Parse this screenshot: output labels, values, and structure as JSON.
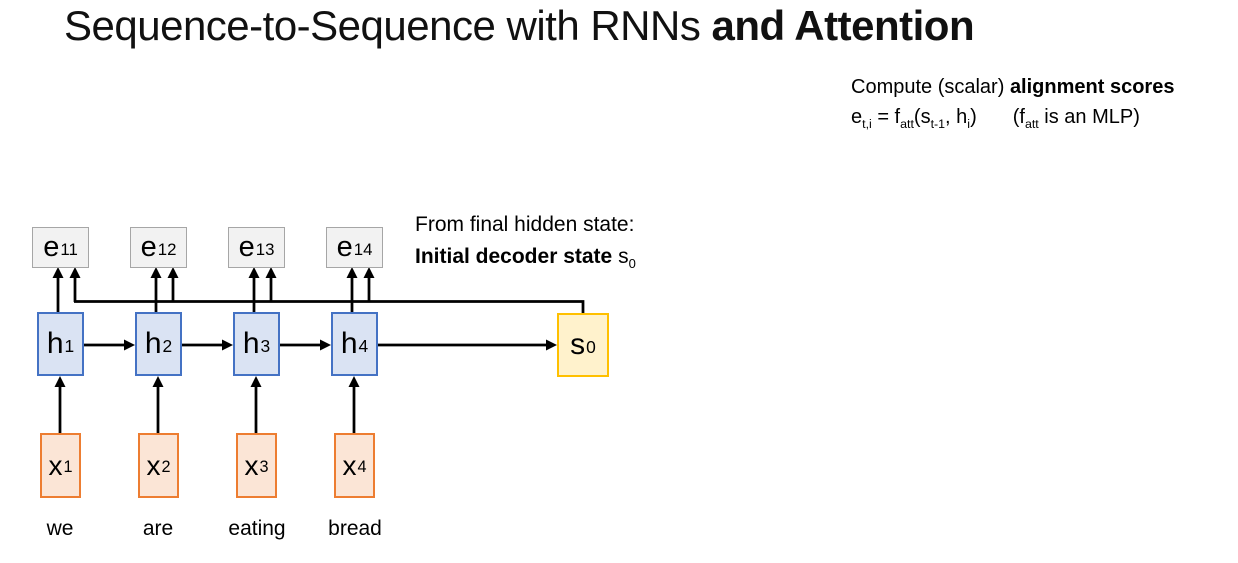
{
  "title": {
    "regular": "Sequence-to-Sequence with RNNs ",
    "bold": "and Attention"
  },
  "alignment_note": {
    "lead": "Compute (scalar) ",
    "lead_bold": "alignment scores",
    "formula": {
      "v1": "e",
      "s1": "t,i",
      "v2": " = f",
      "s2": "att",
      "v3": "(s",
      "s3": "t-1",
      "v4": ", h",
      "s4": "i",
      "v5": ")"
    },
    "aside": {
      "a1": "(f",
      "as1": "att",
      "a2": " is an MLP)"
    }
  },
  "decoder_note": {
    "line1": "From final hidden state:",
    "line2_bold": "Initial decoder state ",
    "line2_var": "s",
    "line2_var_sub": "0"
  },
  "diagram": {
    "colors": {
      "score_fill": "#f2f2f2",
      "score_border": "#a6a6a6",
      "hidden_fill": "#dae3f3",
      "hidden_border": "#4472c4",
      "input_fill": "#fbe5d6",
      "input_border": "#ed7d31",
      "decoder_fill": "#fff2cc",
      "decoder_border": "#ffc000",
      "arrow": "#000000"
    },
    "score_nodes": [
      {
        "base": "e",
        "sub": "11"
      },
      {
        "base": "e",
        "sub": "12"
      },
      {
        "base": "e",
        "sub": "13"
      },
      {
        "base": "e",
        "sub": "14"
      }
    ],
    "hidden_nodes": [
      {
        "base": "h",
        "sub": "1"
      },
      {
        "base": "h",
        "sub": "2"
      },
      {
        "base": "h",
        "sub": "3"
      },
      {
        "base": "h",
        "sub": "4"
      }
    ],
    "input_nodes": [
      {
        "base": "x",
        "sub": "1"
      },
      {
        "base": "x",
        "sub": "2"
      },
      {
        "base": "x",
        "sub": "3"
      },
      {
        "base": "x",
        "sub": "4"
      }
    ],
    "decoder_node": {
      "base": "s",
      "sub": "0"
    },
    "input_words": [
      "we",
      "are",
      "eating",
      "bread"
    ]
  }
}
